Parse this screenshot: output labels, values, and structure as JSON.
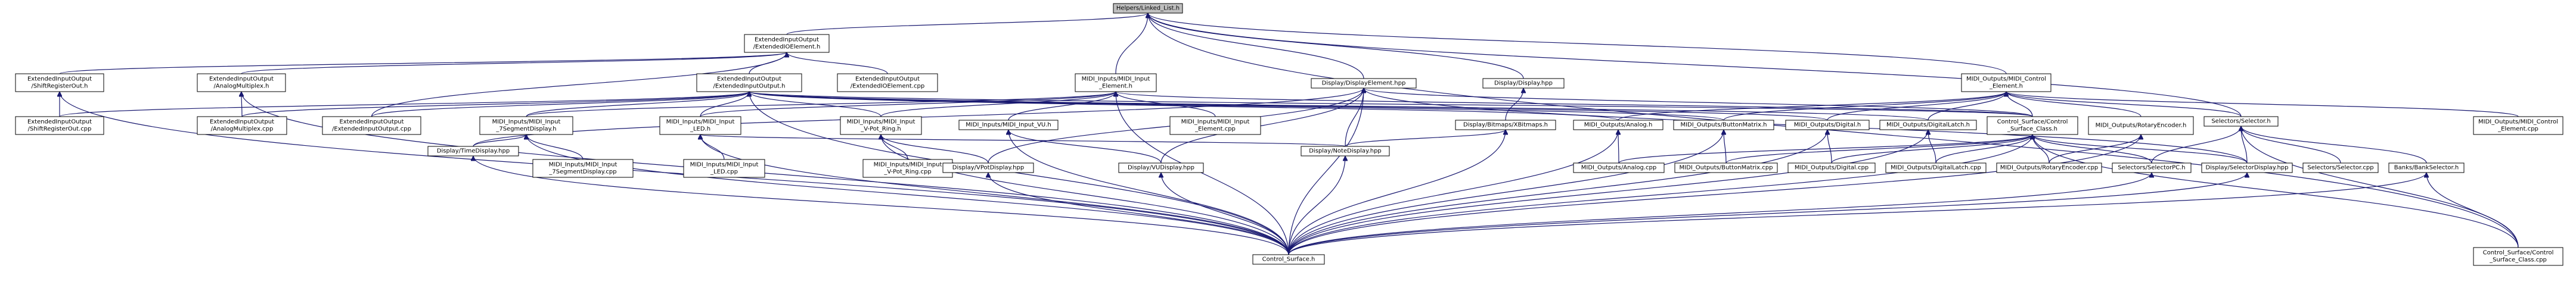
{
  "diagram": {
    "colors": {
      "edge": "#191970",
      "node_border": "#000000",
      "node_fill": "#ffffff",
      "root_fill": "#bfbfbf"
    },
    "nodes": [
      {
        "id": "root",
        "lines": [
          "Helpers/Linked_List.h"
        ],
        "root": true
      },
      {
        "id": "eio_elem",
        "lines": [
          "ExtendedInputOutput",
          "/ExtendedIOElement.h"
        ]
      },
      {
        "id": "sr_out_h",
        "lines": [
          "ExtendedInputOutput",
          "/ShiftRegisterOut.h"
        ]
      },
      {
        "id": "amux_h",
        "lines": [
          "ExtendedInputOutput",
          "/AnalogMultiplex.h"
        ]
      },
      {
        "id": "eio_h",
        "lines": [
          "ExtendedInputOutput",
          "/ExtendedInputOutput.h"
        ]
      },
      {
        "id": "eio_elem_cpp",
        "lines": [
          "ExtendedInputOutput",
          "/ExtendedIOElement.cpp"
        ]
      },
      {
        "id": "sr_out_cpp",
        "lines": [
          "ExtendedInputOutput",
          "/ShiftRegisterOut.cpp"
        ]
      },
      {
        "id": "amux_cpp",
        "lines": [
          "ExtendedInputOutput",
          "/AnalogMultiplex.cpp"
        ]
      },
      {
        "id": "eio_cpp",
        "lines": [
          "ExtendedInputOutput",
          "/ExtendedInputOutput.cpp"
        ]
      },
      {
        "id": "mi_elem_h",
        "lines": [
          "MIDI_Inputs/MIDI_Input",
          "_Element.h"
        ]
      },
      {
        "id": "mi_7seg_h",
        "lines": [
          "MIDI_Inputs/MIDI_Input",
          "_7SegmentDisplay.h"
        ]
      },
      {
        "id": "mi_7seg_cpp",
        "lines": [
          "MIDI_Inputs/MIDI_Input",
          "_7SegmentDisplay.cpp"
        ]
      },
      {
        "id": "mi_led_h",
        "lines": [
          "MIDI_Inputs/MIDI_Input",
          "_LED.h"
        ]
      },
      {
        "id": "mi_led_cpp",
        "lines": [
          "MIDI_Inputs/MIDI_Input",
          "_LED.cpp"
        ]
      },
      {
        "id": "mi_vpot_h",
        "lines": [
          "MIDI_Inputs/MIDI_Input",
          "_V-Pot_Ring.h"
        ]
      },
      {
        "id": "mi_vpot_cpp",
        "lines": [
          "MIDI_Inputs/MIDI_Input",
          "_V-Pot_Ring.cpp"
        ]
      },
      {
        "id": "mi_vu_h",
        "lines": [
          "MIDI_Inputs/MIDI_Input_VU.h"
        ]
      },
      {
        "id": "mi_elem_cpp",
        "lines": [
          "MIDI_Inputs/MIDI_Input",
          "_Element.cpp"
        ]
      },
      {
        "id": "disp_elem_hpp",
        "lines": [
          "Display/DisplayElement.hpp"
        ]
      },
      {
        "id": "disp_time",
        "lines": [
          "Display/TimeDisplay.hpp"
        ]
      },
      {
        "id": "disp_vpot",
        "lines": [
          "Display/VPotDisplay.hpp"
        ]
      },
      {
        "id": "disp_vu",
        "lines": [
          "Display/VUDisplay.hpp"
        ]
      },
      {
        "id": "disp_note",
        "lines": [
          "Display/NoteDisplay.hpp"
        ]
      },
      {
        "id": "disp_hpp",
        "lines": [
          "Display/Display.hpp"
        ]
      },
      {
        "id": "bitmaps",
        "lines": [
          "Display/Bitmaps/XBitmaps.h"
        ]
      },
      {
        "id": "mo_ctrl_h",
        "lines": [
          "MIDI_Outputs/MIDI_Control",
          "_Element.h"
        ]
      },
      {
        "id": "mo_ctrl_cpp",
        "lines": [
          "MIDI_Outputs/MIDI_Control",
          "_Element.cpp"
        ]
      },
      {
        "id": "mo_analog_h",
        "lines": [
          "MIDI_Outputs/Analog.h"
        ]
      },
      {
        "id": "mo_analog_cpp",
        "lines": [
          "MIDI_Outputs/Analog.cpp"
        ]
      },
      {
        "id": "mo_bm_h",
        "lines": [
          "MIDI_Outputs/ButtonMatrix.h"
        ]
      },
      {
        "id": "mo_bm_cpp",
        "lines": [
          "MIDI_Outputs/ButtonMatrix.cpp"
        ]
      },
      {
        "id": "mo_dig_h",
        "lines": [
          "MIDI_Outputs/Digital.h"
        ]
      },
      {
        "id": "mo_dig_cpp",
        "lines": [
          "MIDI_Outputs/Digital.cpp"
        ]
      },
      {
        "id": "mo_dl_h",
        "lines": [
          "MIDI_Outputs/DigitalLatch.h"
        ]
      },
      {
        "id": "mo_dl_cpp",
        "lines": [
          "MIDI_Outputs/DigitalLatch.cpp"
        ]
      },
      {
        "id": "mo_re_h",
        "lines": [
          "MIDI_Outputs/RotaryEncoder.h"
        ]
      },
      {
        "id": "mo_re_cpp",
        "lines": [
          "MIDI_Outputs/RotaryEncoder.cpp"
        ]
      },
      {
        "id": "cs_class_h",
        "lines": [
          "Control_Surface/Control",
          "_Surface_Class.h"
        ]
      },
      {
        "id": "cs_class_cpp",
        "lines": [
          "Control_Surface/Control",
          "_Surface_Class.cpp"
        ]
      },
      {
        "id": "sel_h",
        "lines": [
          "Selectors/Selector.h"
        ]
      },
      {
        "id": "sel_cpp",
        "lines": [
          "Selectors/Selector.cpp"
        ]
      },
      {
        "id": "sel_pc",
        "lines": [
          "Selectors/SelectorPC.h"
        ]
      },
      {
        "id": "sel_disp",
        "lines": [
          "Display/SelectorDisplay.hpp"
        ]
      },
      {
        "id": "bank_sel",
        "lines": [
          "Banks/BankSelector.h"
        ]
      },
      {
        "id": "cs_h",
        "lines": [
          "Control_Surface.h"
        ]
      }
    ],
    "edges": [
      [
        "eio_elem",
        "root"
      ],
      [
        "mi_elem_h",
        "root"
      ],
      [
        "disp_elem_hpp",
        "root"
      ],
      [
        "disp_hpp",
        "root"
      ],
      [
        "mo_ctrl_h",
        "root"
      ],
      [
        "sel_h",
        "root"
      ],
      [
        "cs_class_cpp",
        "root"
      ],
      [
        "sr_out_h",
        "eio_elem"
      ],
      [
        "amux_h",
        "eio_elem"
      ],
      [
        "eio_h",
        "eio_elem"
      ],
      [
        "eio_elem_cpp",
        "eio_elem"
      ],
      [
        "eio_cpp",
        "eio_elem"
      ],
      [
        "sr_out_cpp",
        "sr_out_h"
      ],
      [
        "cs_h",
        "sr_out_h"
      ],
      [
        "amux_cpp",
        "amux_h"
      ],
      [
        "cs_h",
        "amux_h"
      ],
      [
        "mi_7seg_h",
        "eio_h"
      ],
      [
        "mi_led_h",
        "eio_h"
      ],
      [
        "mi_vpot_h",
        "eio_h"
      ],
      [
        "mo_analog_h",
        "eio_h"
      ],
      [
        "mo_dig_h",
        "eio_h"
      ],
      [
        "mo_dl_h",
        "eio_h"
      ],
      [
        "mo_bm_h",
        "eio_h"
      ],
      [
        "cs_class_h",
        "eio_h"
      ],
      [
        "eio_cpp",
        "eio_h"
      ],
      [
        "sr_out_cpp",
        "eio_h"
      ],
      [
        "amux_cpp",
        "eio_h"
      ],
      [
        "cs_h",
        "eio_h"
      ],
      [
        "mi_7seg_h",
        "mi_elem_h"
      ],
      [
        "mi_led_h",
        "mi_elem_h"
      ],
      [
        "mi_vpot_h",
        "mi_elem_h"
      ],
      [
        "mi_vu_h",
        "mi_elem_h"
      ],
      [
        "mi_elem_cpp",
        "mi_elem_h"
      ],
      [
        "cs_class_h",
        "mi_elem_h"
      ],
      [
        "cs_h",
        "mi_elem_h"
      ],
      [
        "mi_7seg_cpp",
        "mi_7seg_h"
      ],
      [
        "disp_time",
        "mi_7seg_h"
      ],
      [
        "cs_h",
        "mi_7seg_h"
      ],
      [
        "mi_led_cpp",
        "mi_led_h"
      ],
      [
        "disp_note",
        "mi_led_h"
      ],
      [
        "cs_h",
        "mi_led_h"
      ],
      [
        "mi_vpot_cpp",
        "mi_vpot_h"
      ],
      [
        "disp_vpot",
        "mi_vpot_h"
      ],
      [
        "cs_h",
        "mi_vpot_h"
      ],
      [
        "disp_vu",
        "mi_vu_h"
      ],
      [
        "cs_h",
        "mi_vu_h"
      ],
      [
        "disp_time",
        "disp_elem_hpp"
      ],
      [
        "disp_vpot",
        "disp_elem_hpp"
      ],
      [
        "disp_vu",
        "disp_elem_hpp"
      ],
      [
        "disp_note",
        "disp_elem_hpp"
      ],
      [
        "cs_class_h",
        "disp_elem_hpp"
      ],
      [
        "sel_disp",
        "disp_elem_hpp"
      ],
      [
        "cs_h",
        "disp_elem_hpp"
      ],
      [
        "bitmaps",
        "disp_hpp"
      ],
      [
        "disp_note",
        "bitmaps"
      ],
      [
        "cs_h",
        "bitmaps"
      ],
      [
        "cs_h",
        "disp_time"
      ],
      [
        "cs_h",
        "disp_vpot"
      ],
      [
        "cs_h",
        "disp_vu"
      ],
      [
        "cs_h",
        "disp_note"
      ],
      [
        "mo_analog_h",
        "mo_ctrl_h"
      ],
      [
        "mo_bm_h",
        "mo_ctrl_h"
      ],
      [
        "mo_dig_h",
        "mo_ctrl_h"
      ],
      [
        "mo_dl_h",
        "mo_ctrl_h"
      ],
      [
        "mo_re_h",
        "mo_ctrl_h"
      ],
      [
        "cs_class_h",
        "mo_ctrl_h"
      ],
      [
        "mo_ctrl_cpp",
        "mo_ctrl_h"
      ],
      [
        "sel_h",
        "mo_ctrl_h"
      ],
      [
        "mo_analog_cpp",
        "mo_analog_h"
      ],
      [
        "cs_h",
        "mo_analog_h"
      ],
      [
        "mo_bm_cpp",
        "mo_bm_h"
      ],
      [
        "cs_h",
        "mo_bm_h"
      ],
      [
        "mo_dig_cpp",
        "mo_dig_h"
      ],
      [
        "cs_h",
        "mo_dig_h"
      ],
      [
        "mo_dl_cpp",
        "mo_dl_h"
      ],
      [
        "cs_h",
        "mo_dl_h"
      ],
      [
        "mo_re_cpp",
        "mo_re_h"
      ],
      [
        "cs_h",
        "mo_re_h"
      ],
      [
        "mo_analog_cpp",
        "cs_class_h"
      ],
      [
        "mo_bm_cpp",
        "cs_class_h"
      ],
      [
        "mo_dig_cpp",
        "cs_class_h"
      ],
      [
        "mo_dl_cpp",
        "cs_class_h"
      ],
      [
        "mo_re_cpp",
        "cs_class_h"
      ],
      [
        "sel_pc",
        "cs_class_h"
      ],
      [
        "sel_disp",
        "cs_class_h"
      ],
      [
        "cs_class_cpp",
        "cs_class_h"
      ],
      [
        "cs_h",
        "cs_class_h"
      ],
      [
        "sel_pc",
        "sel_h"
      ],
      [
        "sel_cpp",
        "sel_h"
      ],
      [
        "sel_disp",
        "sel_h"
      ],
      [
        "bank_sel",
        "sel_h"
      ],
      [
        "cs_class_cpp",
        "sel_h"
      ],
      [
        "cs_h",
        "sel_pc"
      ],
      [
        "cs_h",
        "sel_disp"
      ],
      [
        "cs_h",
        "bank_sel"
      ],
      [
        "cs_class_cpp",
        "bank_sel"
      ]
    ]
  }
}
